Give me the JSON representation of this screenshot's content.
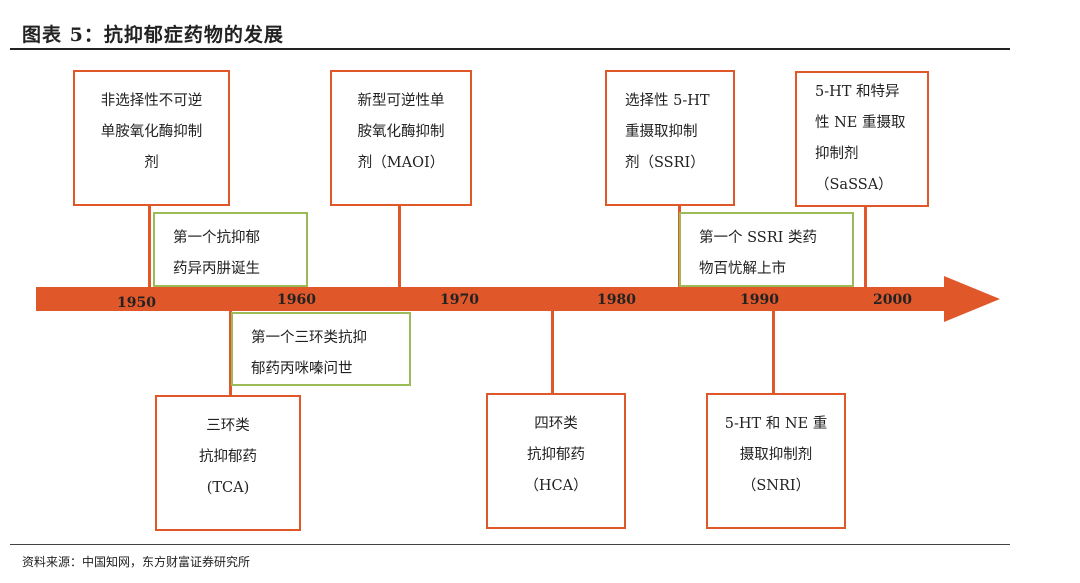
{
  "title": "图表 5：抗抑郁症药物的发展",
  "source": "资料来源：中国知网，东方财富证券研究所",
  "colors": {
    "timeline": "#e0572a",
    "event_border": "#9bbb59"
  },
  "years": [
    "1950",
    "1960",
    "1970",
    "1980",
    "1990",
    "2000"
  ],
  "drug_classes": [
    {
      "lines": [
        "非选择性不可逆",
        "单胺氧化酶抑制",
        "剂"
      ]
    },
    {
      "lines": [
        "新型可逆性单",
        "胺氧化酶抑制",
        "剂（MAOI）"
      ]
    },
    {
      "lines": [
        "选择性 5-HT",
        "重摄取抑制",
        "剂（SSRI）"
      ]
    },
    {
      "lines": [
        "5-HT 和特异",
        "性 NE 重摄取",
        "抑制剂",
        "（SaSSA）"
      ]
    },
    {
      "lines": [
        "三环类",
        "抗抑郁药",
        "(TCA)"
      ]
    },
    {
      "lines": [
        "四环类",
        "抗抑郁药",
        "（HCA）"
      ]
    },
    {
      "lines": [
        "5-HT 和 NE 重",
        "摄取抑制剂",
        "（SNRI）"
      ]
    }
  ],
  "events": [
    {
      "lines": [
        "第一个抗抑郁",
        "药异丙肼诞生"
      ]
    },
    {
      "lines": [
        "第一个 SSRI 类药",
        "物百忧解上市"
      ]
    },
    {
      "lines": [
        "第一个三环类抗抑",
        "郁药丙咪嗪问世"
      ]
    }
  ]
}
